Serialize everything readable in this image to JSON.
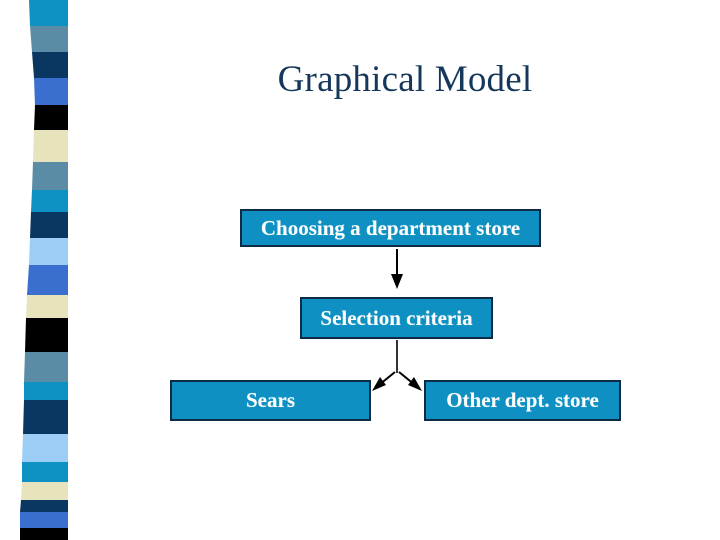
{
  "slide": {
    "title": "Graphical Model",
    "background_color": "#ffffff",
    "title_color": "#16375c"
  },
  "theme": {
    "box_fill": "#0e91c2",
    "box_border": "#0d2b44",
    "box_text": "#ffffff",
    "connector_color": "#000000"
  },
  "decoration": {
    "name": "left-stripe-band",
    "stripe_colors": [
      "#0e92c4",
      "#5b8ca5",
      "#0a3761",
      "#3a6fd0",
      "#000000",
      "#e6e3bd",
      "#5b8ca5",
      "#0e92c4",
      "#0a3761",
      "#9ccdf5",
      "#3a6fd0",
      "#e6e3bd",
      "#000000",
      "#5b8ca5",
      "#0e92c4",
      "#0a3761",
      "#9ccdf5",
      "#0e92c4",
      "#e6e3bd",
      "#0a3761",
      "#3a6fd0",
      "#000000"
    ]
  },
  "diagram": {
    "type": "flowchart",
    "nodes": [
      {
        "id": "root",
        "label": "Choosing a department store"
      },
      {
        "id": "criteria",
        "label": "Selection criteria"
      },
      {
        "id": "sears",
        "label": "Sears"
      },
      {
        "id": "other",
        "label": "Other dept. store"
      }
    ],
    "edges": [
      {
        "from": "root",
        "to": "criteria",
        "style": "arrow-down"
      },
      {
        "from": "criteria",
        "to": "sears",
        "style": "arrow-branch-left"
      },
      {
        "from": "criteria",
        "to": "other",
        "style": "arrow-branch-right"
      }
    ]
  }
}
